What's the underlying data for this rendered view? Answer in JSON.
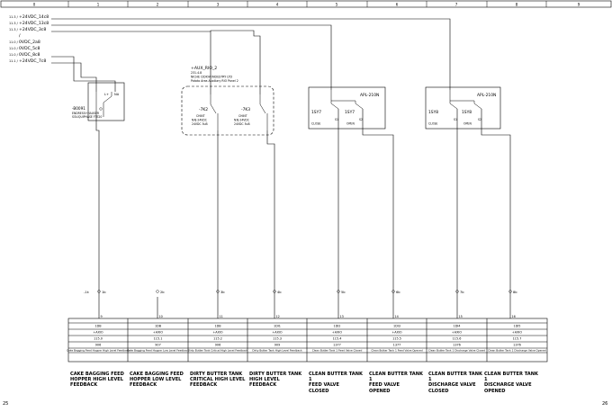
{
  "grid_columns": [
    "0",
    "1",
    "2",
    "3",
    "4",
    "5",
    "6",
    "7",
    "8",
    "9"
  ],
  "supply_lines": [
    {
      "ref": "11.3 /",
      "label": "+24VDC_14c8"
    },
    {
      "ref": "11.3 /",
      "label": "+24VDC_13c8"
    },
    {
      "ref": "11.3 /",
      "label": "+24VDC_3c8"
    },
    {
      "ref": "",
      "label": "/"
    },
    {
      "ref": "11.0 /",
      "label": "0VDC_2a8"
    },
    {
      "ref": "11.0 /",
      "label": "0VDC_5c8"
    },
    {
      "ref": "11.0 /",
      "label": "0VDC_8c8"
    },
    {
      "ref": "11.1 /",
      "label": "+24VDC_7c8"
    }
  ],
  "device_b0091": {
    "tag": "-B0091",
    "desc1": "ENDRESS+HAUSER",
    "desc2": "SOLIQUIPHASE FTE20",
    "pin_labels": [
      "L+",
      "NA"
    ]
  },
  "aux_rio": {
    "tag": "+AUX_RIO_2",
    "sub": "231.4.8",
    "company": "NICHE CIDIOA INDUSTRY LTD",
    "panel": "Potato Area Auxiliary RIO Panel 2"
  },
  "relay_7k2": {
    "tag": "-7K2",
    "type": "CHINT",
    "model": "NXJ-24VDC",
    "spec": "24VDC 5uB"
  },
  "relay_7k3": {
    "tag": "-7K3",
    "type": "CHINT",
    "model": "NXJ-24VDC",
    "spec": "24VDC 5uB"
  },
  "apl_1": {
    "title": "APL-210N",
    "left_tag": "1SY7",
    "right_tag": "1SY7",
    "left_sub": "S1",
    "right_sub": "S2",
    "left_state": "CLOSE",
    "right_state": "OPEN"
  },
  "apl_2": {
    "title": "APL-210N",
    "left_tag": "1SY8",
    "right_tag": "1SY8",
    "left_sub": "S1",
    "right_sub": "S2",
    "left_state": "CLOSE",
    "right_state": "OPEN"
  },
  "io_refs": [
    "-1k",
    "1b",
    "2b",
    "3b",
    "4b",
    "5b",
    "6b",
    "7b",
    "8b"
  ],
  "terminal_numbers": [
    "9",
    "10",
    "11",
    "12",
    "13",
    "14",
    "15",
    "16"
  ],
  "table_rows": [
    [
      "1DB",
      "1DB",
      "1DB",
      "1DI1",
      "1DI2",
      "1DI3",
      "1DI4",
      "1DI5"
    ],
    [
      "+AXIO",
      "+AXIO",
      "+AXIO",
      "+AXIO",
      "+AXIO",
      "+AXIO",
      "+AXIO",
      "+AXIO"
    ],
    [
      "115.0",
      "115.1",
      "115.2",
      "115.3",
      "115.4",
      "115.5",
      "115.6",
      "115.7"
    ],
    [
      "906",
      "907",
      "906",
      "909",
      "1377",
      "1377",
      "1376",
      "1376"
    ]
  ],
  "descriptions": [
    "Cake Bagging Feed Hopper High Level Feedback",
    "Cake Bagging Feed Hopper Low Level Feedback",
    "Dirty Butter Tank Critical High Level Feedback",
    "Dirty Butter Tank High Level Feedback",
    "Clean Butter Tank 1 Feed Valve Closed",
    "Clean Butter Tank 1 Feed Valve Opened",
    "Clean Butter Tank 1 Discharge Valve Closed",
    "Clean Butter Tank 1 Discharge Valve Opened"
  ],
  "captions": [
    "CAKE BAGGING FEED\nHOPPER HIGH LEVEL\nFEEDBACK",
    "CAKE BAGGING FEED\nHOPPER LOW LEVEL\nFEEDBACK",
    "DIRTY BUTTER TANK\nCRITICAL HIGH LEVEL\nFEEDBACK",
    "DIRTY BUTTER TANK\nHIGH LEVEL\nFEEDBACK",
    "CLEAN BUTTER TANK 1\nFEED VALVE\nCLOSED",
    "CLEAN BUTTER TANK 1\nFEED VALVE\nOPENED",
    "CLEAN BUTTER TANK 1\nDISCHARGE VALVE\nCLOSED",
    "CLEAN BUTTER TANK 1\nDISCHARGE VALVE\nOPENED"
  ],
  "page_left": "25",
  "page_right": "26"
}
